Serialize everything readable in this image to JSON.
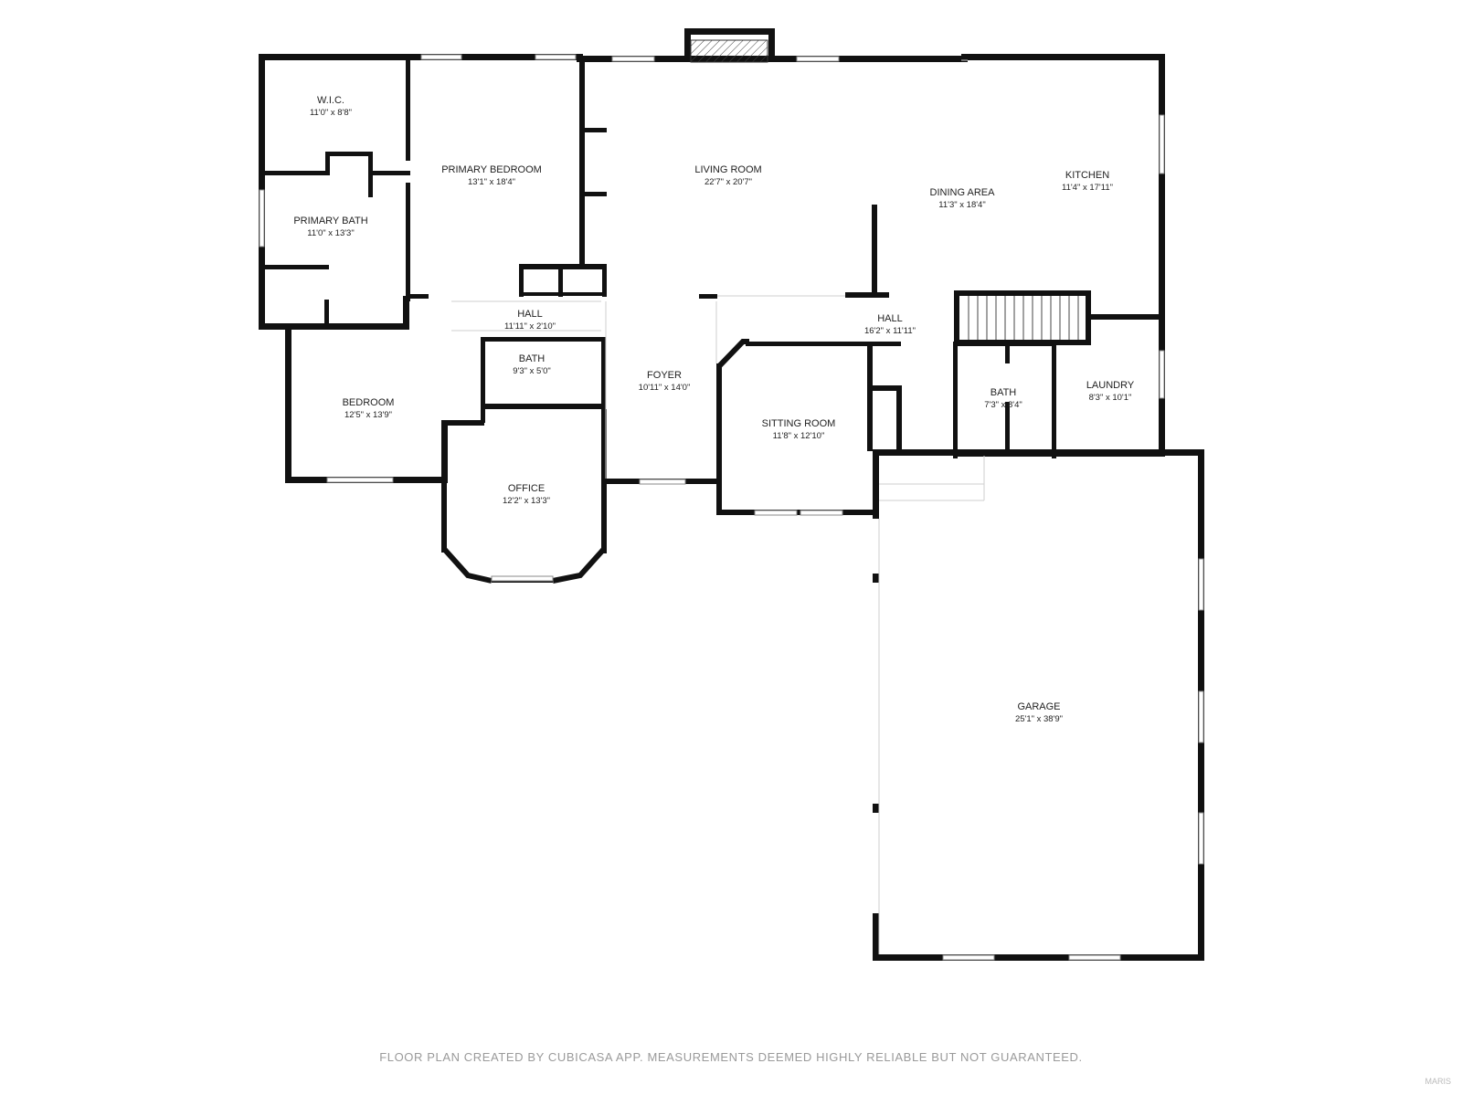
{
  "rooms": {
    "wic": {
      "name": "W.I.C.",
      "dim": "11'0\" x 8'8\""
    },
    "primary_bedroom": {
      "name": "PRIMARY BEDROOM",
      "dim": "13'1\" x 18'4\""
    },
    "primary_bath": {
      "name": "PRIMARY BATH",
      "dim": "11'0\" x 13'3\""
    },
    "living_room": {
      "name": "LIVING ROOM",
      "dim": "22'7\" x 20'7\""
    },
    "dining_area": {
      "name": "DINING AREA",
      "dim": "11'3\" x 18'4\""
    },
    "kitchen": {
      "name": "KITCHEN",
      "dim": "11'4\" x 17'11\""
    },
    "hall_west": {
      "name": "HALL",
      "dim": "11'11\" x 2'10\""
    },
    "hall_east": {
      "name": "HALL",
      "dim": "16'2\" x 11'11\""
    },
    "bath_west": {
      "name": "BATH",
      "dim": "9'3\" x 5'0\""
    },
    "foyer": {
      "name": "FOYER",
      "dim": "10'11\" x 14'0\""
    },
    "bedroom": {
      "name": "BEDROOM",
      "dim": "12'5\" x 13'9\""
    },
    "office": {
      "name": "OFFICE",
      "dim": "12'2\" x 13'3\""
    },
    "sitting_room": {
      "name": "SITTING ROOM",
      "dim": "11'8\" x 12'10\""
    },
    "bath_east": {
      "name": "BATH",
      "dim": "7'3\" x 8'4\""
    },
    "laundry": {
      "name": "LAUNDRY",
      "dim": "8'3\" x 10'1\""
    },
    "garage": {
      "name": "GARAGE",
      "dim": "25'1\" x 38'9\""
    }
  },
  "footer": {
    "note": "FLOOR PLAN CREATED BY CUBICASA APP. MEASUREMENTS DEEMED HIGHLY RELIABLE BUT NOT GUARANTEED."
  },
  "watermark": {
    "text": "MARIS"
  },
  "colors": {
    "wall": "#111111",
    "window": "#ffffff",
    "label": "#222222",
    "footer": "#9a9a9a"
  }
}
